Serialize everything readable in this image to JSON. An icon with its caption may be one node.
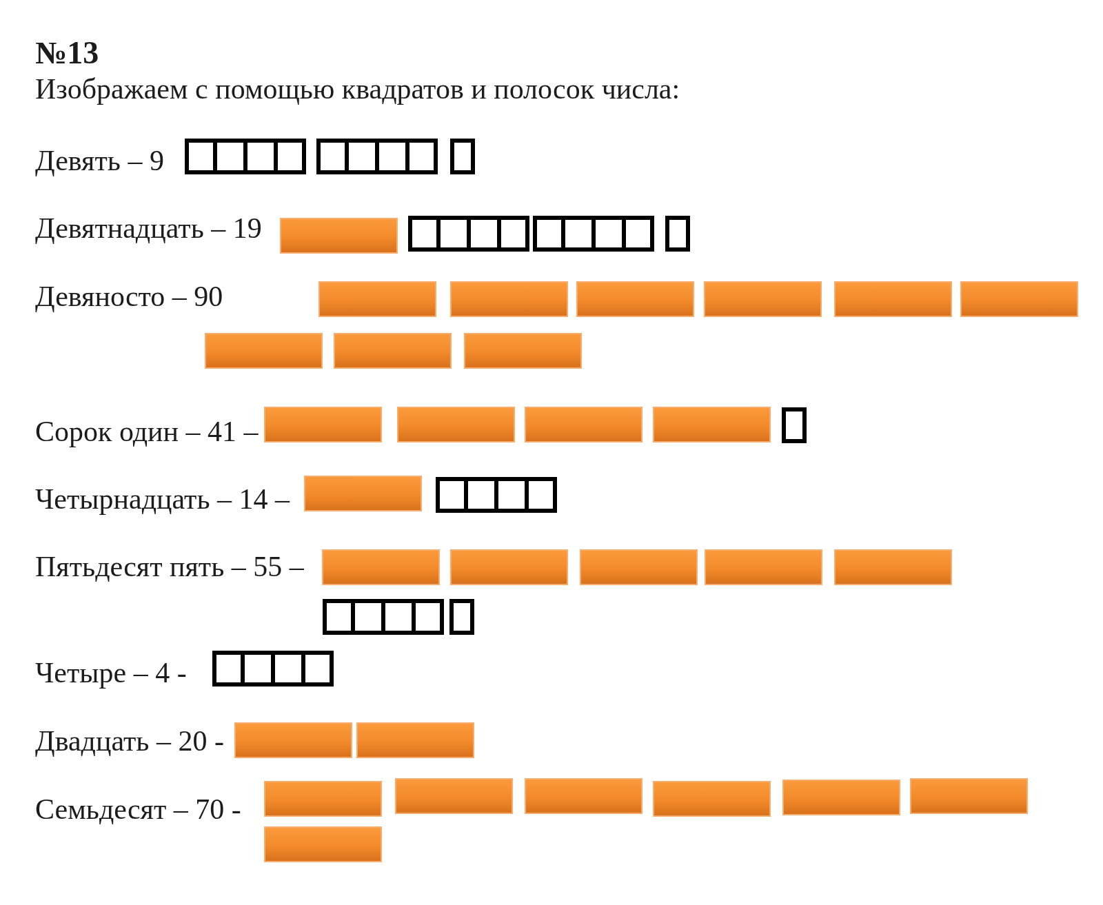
{
  "diagram": {
    "title": "№13",
    "nodes": [
      {
        "text": [],
        "shape": "square"
      },
      {
        "text": [],
        "shape": "square"
      },
      {
        "text": [],
        "shape": "square"
      },
      {
        "text": [],
        "shape": "square"
      },
      {
        "text": [],
        "shape": "square"
      },
      {
        "text": [],
        "shape": "square"
      },
      {
        "text": [],
        "shape": "square"
      },
      {
        "text": [],
        "shape": "square"
      },
      {
        "text": [],
        "shape": "square"
      },
      {
        "text": [],
        "shape": "bar"
      },
      {
        "text": [],
        "shape": "square"
      },
      {
        "text": [],
        "shape": "square"
      },
      {
        "text": [],
        "shape": "square"
      },
      {
        "text": [],
        "shape": "square"
      },
      {
        "text": [],
        "shape": "square"
      },
      {
        "text": [],
        "shape": "square"
      },
      {
        "text": [],
        "shape": "square"
      },
      {
        "text": [],
        "shape": "square"
      },
      {
        "text": [],
        "shape": "square"
      },
      {
        "text": [],
        "shape": "bar"
      },
      {
        "text": [],
        "shape": "bar"
      },
      {
        "text": [],
        "shape": "bar"
      },
      {
        "text": [],
        "shape": "bar"
      },
      {
        "text": [],
        "shape": "bar"
      },
      {
        "text": [],
        "shape": "bar"
      },
      {
        "text": [],
        "shape": "bar"
      },
      {
        "text": [],
        "shape": "bar"
      },
      {
        "text": [],
        "shape": "bar"
      },
      {
        "text": [],
        "shape": "bar"
      },
      {
        "text": [],
        "shape": "bar"
      },
      {
        "text": [],
        "shape": "bar"
      },
      {
        "text": [],
        "shape": "bar"
      },
      {
        "text": [],
        "shape": "square"
      },
      {
        "text": [],
        "shape": "bar"
      },
      {
        "text": [],
        "shape": "square"
      },
      {
        "text": [],
        "shape": "square"
      },
      {
        "text": [],
        "shape": "square"
      },
      {
        "text": [],
        "shape": "square"
      },
      {
        "text": [],
        "shape": "bar"
      },
      {
        "text": [],
        "shape": "bar"
      },
      {
        "text": [],
        "shape": "bar"
      },
      {
        "text": [],
        "shape": "bar"
      },
      {
        "text": [],
        "shape": "bar"
      },
      {
        "text": [],
        "shape": "square"
      },
      {
        "text": [],
        "shape": "square"
      },
      {
        "text": [],
        "shape": "square"
      },
      {
        "text": [],
        "shape": "square"
      },
      {
        "text": [],
        "shape": "square"
      },
      {
        "text": [],
        "shape": "square"
      },
      {
        "text": [],
        "shape": "square"
      },
      {
        "text": [],
        "shape": "square"
      },
      {
        "text": [],
        "shape": "square"
      },
      {
        "text": [],
        "shape": "bar"
      },
      {
        "text": [],
        "shape": "bar"
      },
      {
        "text": [],
        "shape": "bar"
      },
      {
        "text": [],
        "shape": "bar"
      },
      {
        "text": [],
        "shape": "bar"
      },
      {
        "text": [],
        "shape": "bar"
      },
      {
        "text": [],
        "shape": "bar"
      },
      {
        "text": [],
        "shape": "bar"
      },
      {
        "text": [],
        "shape": "bar"
      }
    ],
    "labels": [
      "Изображаем с помощью квадратов и полосок числа:",
      "Девять – 9",
      "Девятнадцать – 19",
      "Девяносто – 90",
      "Сорок один – 41 –",
      "Четырнадцать – 14 –",
      "Пятьдесят пять – 55 –",
      "Четыре – 4 -",
      "Двадцать – 20 -",
      "Семьдесят – 70 -"
    ]
  }
}
